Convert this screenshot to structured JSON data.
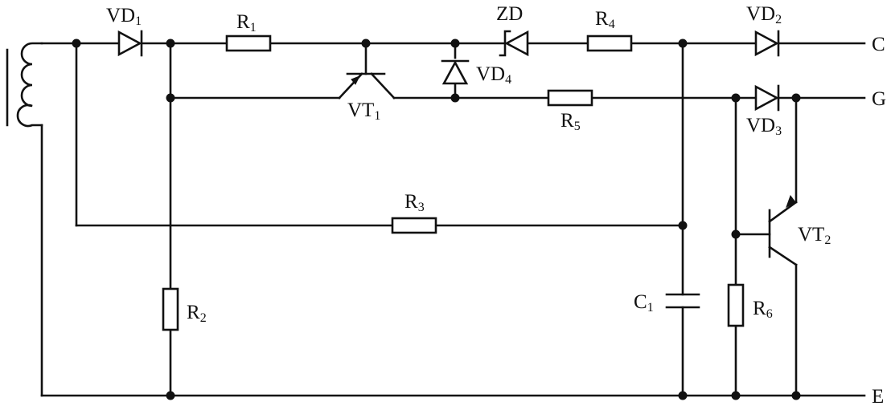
{
  "labels": {
    "vd1": {
      "main": "VD",
      "sub": "1"
    },
    "r1": {
      "main": "R",
      "sub": "1"
    },
    "zd": {
      "main": "ZD",
      "sub": ""
    },
    "r4": {
      "main": "R",
      "sub": "4"
    },
    "vd2": {
      "main": "VD",
      "sub": "2"
    },
    "vd4": {
      "main": "VD",
      "sub": "4"
    },
    "vt1": {
      "main": "VT",
      "sub": "1"
    },
    "r5": {
      "main": "R",
      "sub": "5"
    },
    "vd3": {
      "main": "VD",
      "sub": "3"
    },
    "r3": {
      "main": "R",
      "sub": "3"
    },
    "vt2": {
      "main": "VT",
      "sub": "2"
    },
    "c1": {
      "main": "C",
      "sub": "1"
    },
    "r6": {
      "main": "R",
      "sub": "6"
    },
    "r2": {
      "main": "R",
      "sub": "2"
    }
  },
  "terminals": {
    "c": "C",
    "g": "G",
    "e": "E"
  }
}
